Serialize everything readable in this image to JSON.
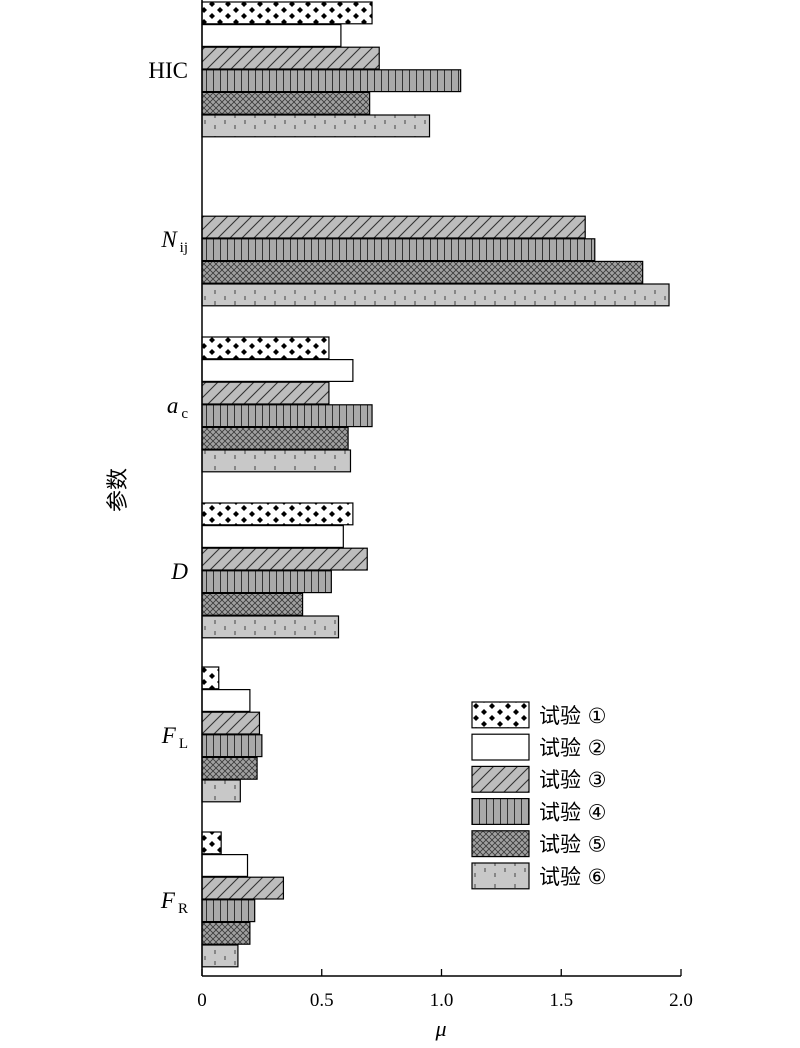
{
  "chart_data": {
    "type": "bar",
    "orientation": "horizontal",
    "categories": [
      {
        "main": "HIC",
        "sub": "",
        "italic": false
      },
      {
        "main": "N",
        "sub": "ij",
        "italic": true
      },
      {
        "main": "a",
        "sub": "c",
        "italic": true
      },
      {
        "main": "D",
        "sub": "",
        "italic": true
      },
      {
        "main": "F",
        "sub": "L",
        "italic": true
      },
      {
        "main": "F",
        "sub": "R",
        "italic": true
      }
    ],
    "series": [
      {
        "name": "试验 ①",
        "pattern": "diamond",
        "values": [
          0.71,
          null,
          0.53,
          0.63,
          0.07,
          0.08
        ]
      },
      {
        "name": "试验 ②",
        "pattern": "blank",
        "values": [
          0.58,
          null,
          0.63,
          0.59,
          0.2,
          0.19
        ]
      },
      {
        "name": "试验 ③",
        "pattern": "diagonal",
        "values": [
          0.74,
          1.6,
          0.53,
          0.69,
          0.24,
          0.34
        ]
      },
      {
        "name": "试验 ④",
        "pattern": "vertical",
        "values": [
          1.08,
          1.64,
          0.71,
          0.54,
          0.25,
          0.22
        ]
      },
      {
        "name": "试验 ⑤",
        "pattern": "crosshatch",
        "values": [
          0.7,
          1.84,
          0.61,
          0.42,
          0.23,
          0.2
        ]
      },
      {
        "name": "试验 ⑥",
        "pattern": "dots",
        "values": [
          0.95,
          1.95,
          0.62,
          0.57,
          0.16,
          0.15
        ]
      }
    ],
    "xlabel": "μ",
    "ylabel": "参数",
    "xlim": [
      0,
      2.0
    ],
    "xticks": [
      "0",
      "0.5",
      "1.0",
      "1.5",
      "2.0"
    ],
    "grid": false,
    "legend_position": "bottom-right"
  }
}
